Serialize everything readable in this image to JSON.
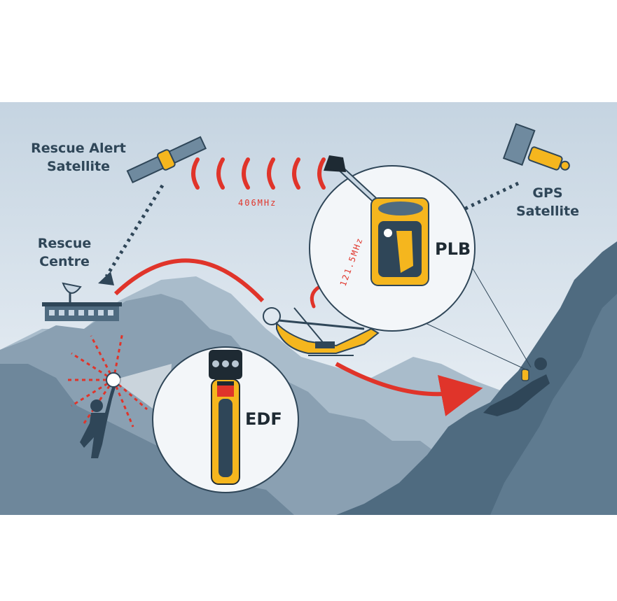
{
  "labels": {
    "rescue_alert_satellite_line1": "Rescue Alert",
    "rescue_alert_satellite_line2": "Satellite",
    "gps_satellite_line1": "GPS",
    "gps_satellite_line2": "Satellite",
    "rescue_centre_line1": "Rescue",
    "rescue_centre_line2": "Centre",
    "freq_406": "406MHz",
    "freq_121": "121.5MHz",
    "plb": "PLB",
    "edf": "EDF"
  },
  "colors": {
    "sky_top": "#c9d7e3",
    "sky_bottom": "#eef3f8",
    "mountain_far": "#9fb3c3",
    "mountain_mid": "#7d95a8",
    "mountain_near": "#4f6b80",
    "signal_red": "#e0342a",
    "beacon_yellow": "#f5b61e",
    "dark_blue": "#2f4658"
  }
}
